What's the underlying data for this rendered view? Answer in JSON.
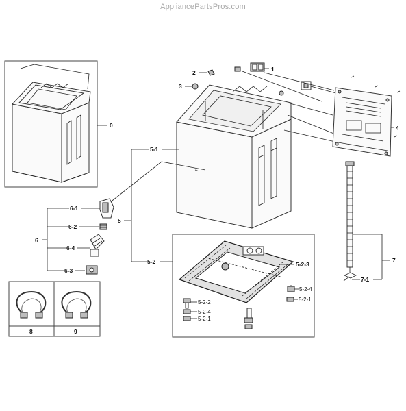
{
  "watermark": "AppliancePartsPros.com",
  "labels": {
    "l0": "0",
    "l1": "1",
    "l2": "2",
    "l3": "3",
    "l4": "4",
    "l5": "5",
    "l5_1": "5-1",
    "l5_2": "5-2",
    "l5_2_1a": "5-2-1",
    "l5_2_1b": "5-2-1",
    "l5_2_2": "5-2-2",
    "l5_2_3": "5-2-3",
    "l5_2_4a": "5-2-4",
    "l5_2_4b": "5-2-4",
    "l6": "6",
    "l6_1": "6-1",
    "l6_2": "6-2",
    "l6_3": "6-3",
    "l6_4": "6-4",
    "l7": "7",
    "l7_1": "7-1",
    "l8": "8",
    "l9": "9"
  }
}
